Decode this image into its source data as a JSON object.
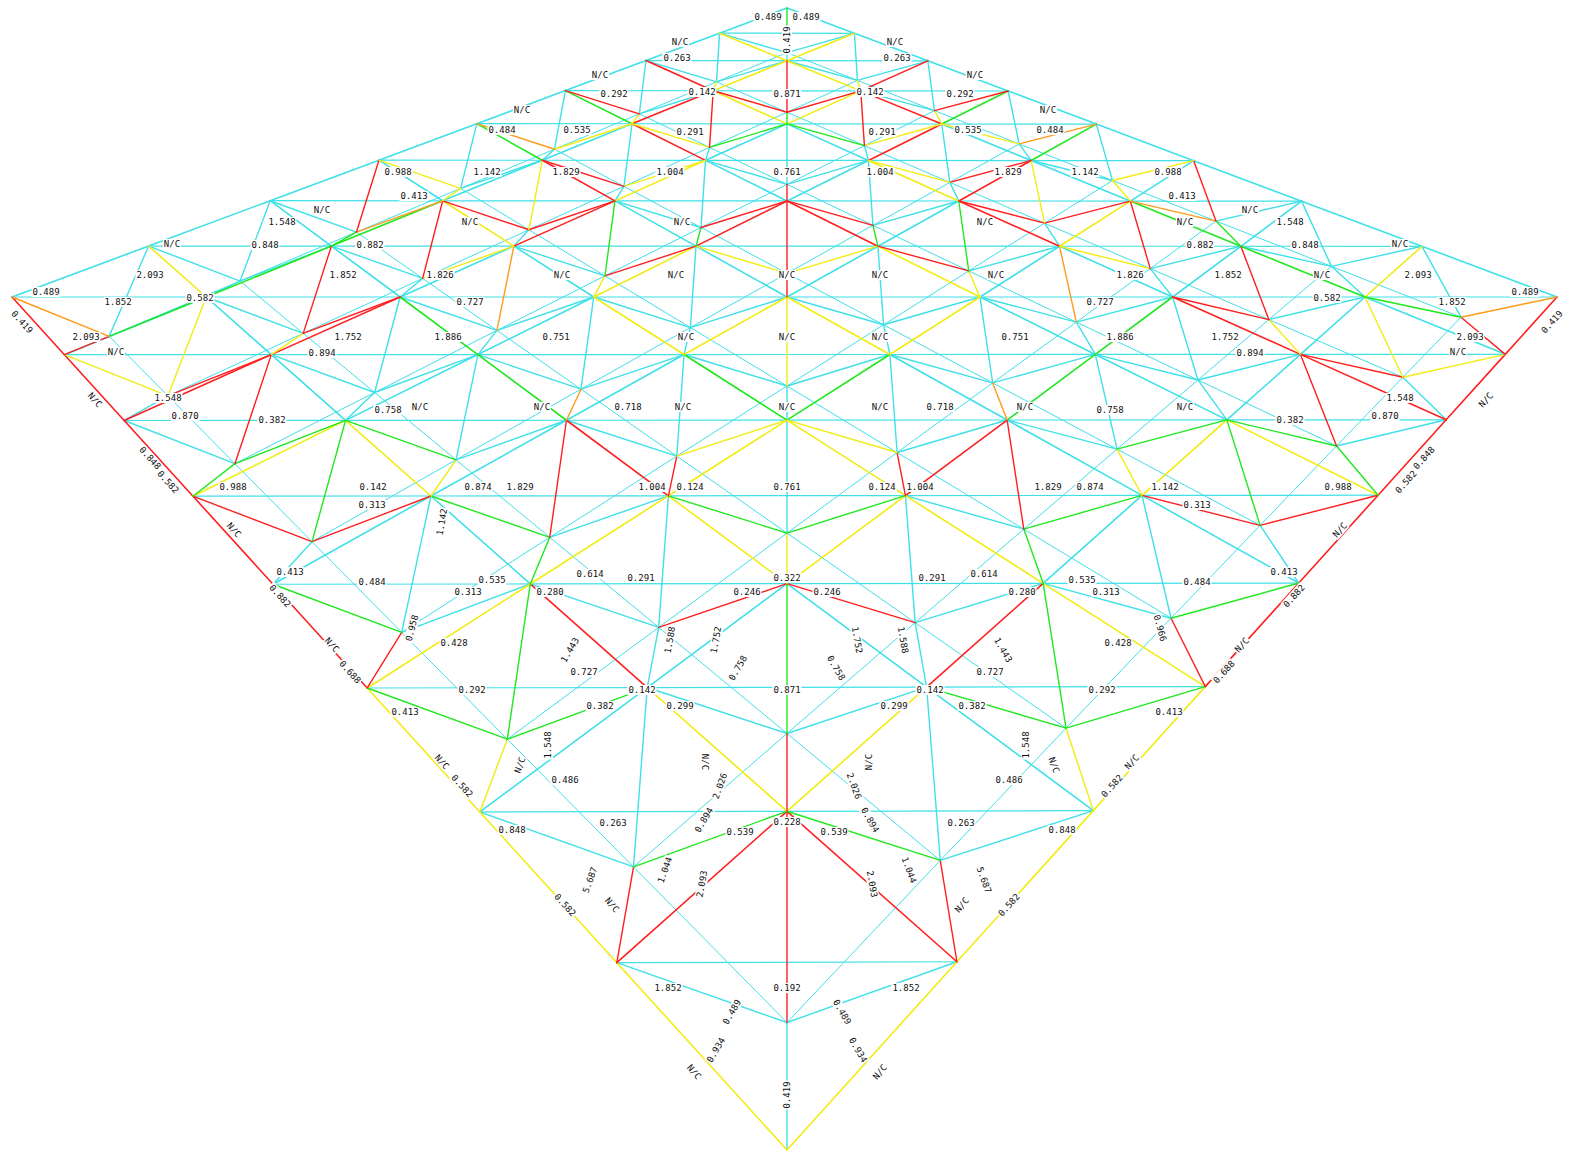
{
  "diagram": {
    "labels": [
      "0.489",
      "0.489",
      "0.419",
      "N/C",
      "N/C",
      "0.263",
      "0.263",
      "N/C",
      "N/C",
      "0.292",
      "0.142",
      "0.871",
      "0.142",
      "0.292",
      "N/C",
      "N/C",
      "0.484",
      "0.535",
      "0.291",
      "0.291",
      "0.535",
      "0.484",
      "0.988",
      "1.142",
      "1.829",
      "1.004",
      "0.761",
      "1.004",
      "1.829",
      "1.142",
      "0.988",
      "0.413",
      "0.413",
      "N/C",
      "N/C",
      "1.548",
      "N/C",
      "N/C",
      "N/C",
      "N/C",
      "1.548",
      "N/C",
      "0.848",
      "0.882",
      "0.882",
      "0.848",
      "N/C",
      "2.093",
      "1.852",
      "1.826",
      "N/C",
      "N/C",
      "N/C",
      "N/C",
      "N/C",
      "1.826",
      "1.852",
      "N/C",
      "2.093",
      "0.489",
      "0.489",
      "1.852",
      "0.582",
      "0.727",
      "0.727",
      "0.582",
      "1.852",
      "0.419",
      "0.419",
      "2.093",
      "1.752",
      "1.886",
      "0.751",
      "N/C",
      "N/C",
      "N/C",
      "0.751",
      "1.886",
      "1.752",
      "2.093",
      "N/C",
      "0.894",
      "0.894",
      "N/C",
      "1.548",
      "0.870",
      "0.382",
      "0.758",
      "N/C",
      "N/C",
      "0.718",
      "N/C",
      "N/C",
      "N/C",
      "0.718",
      "N/C",
      "0.758",
      "N/C",
      "0.382",
      "1.548",
      "0.870",
      "N/C",
      "N/C",
      "0.848",
      "0.582",
      "0.848",
      "0.582",
      "0.988",
      "0.142",
      "0.874",
      "1.829",
      "1.004",
      "0.124",
      "0.761",
      "0.124",
      "1.004",
      "1.829",
      "0.874",
      "1.142",
      "0.988",
      "0.313",
      "1.142",
      "0.313",
      "N/C",
      "N/C",
      "0.413",
      "0.484",
      "0.313",
      "0.535",
      "0.280",
      "0.614",
      "0.291",
      "0.246",
      "0.322",
      "0.246",
      "0.291",
      "0.614",
      "0.280",
      "0.535",
      "0.313",
      "0.484",
      "0.413",
      "0.882",
      "0.882",
      "N/C",
      "0.688",
      "0.428",
      "0.958",
      "1.443",
      "0.727",
      "1.588",
      "1.752",
      "0.758",
      "1.752",
      "0.758",
      "1.588",
      "1.443",
      "0.727",
      "0.428",
      "0.966",
      "N/C",
      "0.688",
      "0.292",
      "0.382",
      "0.142",
      "0.299",
      "0.871",
      "0.299",
      "0.142",
      "0.382",
      "0.292",
      "0.413",
      "0.413",
      "1.548",
      "N/C",
      "N/C",
      "1.548",
      "N/C",
      "N/C",
      "0.486",
      "2.026",
      "2.026",
      "0.486",
      "N/C",
      "N/C",
      "0.582",
      "0.582",
      "0.894",
      "0.894",
      "0.848",
      "0.263",
      "0.539",
      "0.228",
      "0.539",
      "0.263",
      "0.848",
      "0.582",
      "5.687",
      "N/C",
      "1.044",
      "2.093",
      "2.093",
      "1.044",
      "N/C",
      "5.687",
      "0.582",
      "1.852",
      "0.192",
      "1.852",
      "0.489",
      "0.489",
      "0.934",
      "0.934",
      "N/C",
      "N/C",
      "0.419"
    ]
  }
}
